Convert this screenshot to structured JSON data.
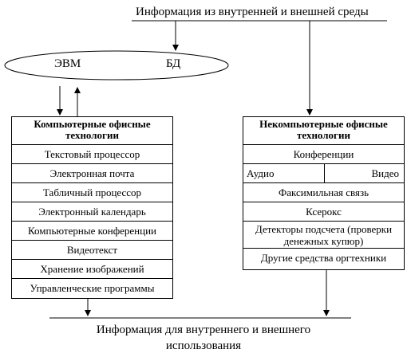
{
  "top_source": "Информация из внутренней и внешней среды",
  "ellipse": {
    "left_label": "ЭВМ",
    "right_label": "БД"
  },
  "computer_box": {
    "title": "Компьютерные офисные технологии",
    "items": [
      "Текстовый процессор",
      "Электронная почта",
      "Табличный процессор",
      "Электронный календарь",
      "Компьютерные конференции",
      "Видеотекст",
      "Хранение изображений",
      "Управленческие программы"
    ]
  },
  "noncomputer_box": {
    "title": "Некомпьютерные офисные технологии",
    "conferences": "Конференции",
    "audio": "Аудио",
    "video": "Видео",
    "fax": "Факсимильная связь",
    "xerox": "Ксерокс",
    "detectors": "Детекторы подсчета (проверки денежных купюр)",
    "other": "Другие средства оргтехники"
  },
  "output": "Информация для внутреннего и внешнего использования"
}
